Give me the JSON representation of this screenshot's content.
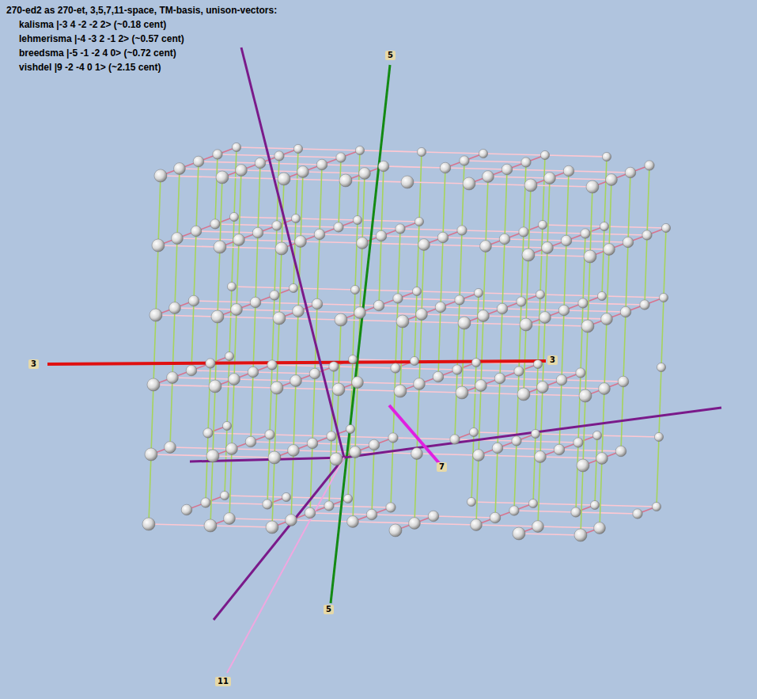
{
  "diagram": {
    "title": "270-ed2 as 270-et, 3,5,7,11-space, TM-basis, unison-vectors:",
    "labels": [
      "kalisma |-3 4 -2 -2 2> (~0.18 cent)",
      "lehmerisma |-4 -3 2 -1 2> (~0.57 cent)",
      "breedsma |-5 -1 -2 4 0> (~0.72 cent)",
      "vishdel |9 -2 -4 0 1> (~2.15 cent)",
      "3",
      "3",
      "5",
      "5",
      "7",
      "11"
    ]
  }
}
